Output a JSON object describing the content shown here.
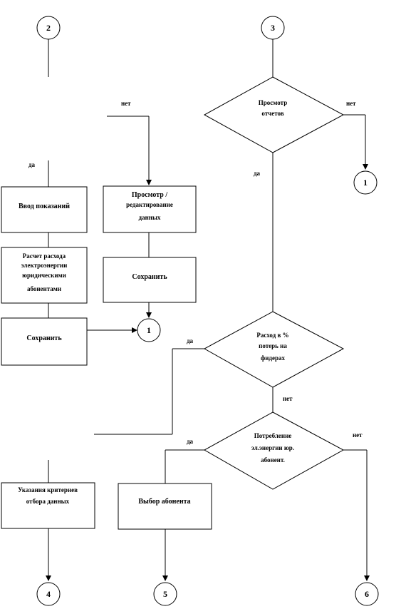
{
  "connectors": {
    "c2_top": "2",
    "c3_top": "3",
    "c1_right": "1",
    "c1_mid": "1",
    "c4_bottom": "4",
    "c5_bottom": "5",
    "c6_bottom": "6"
  },
  "boxes": {
    "input_readings": "Ввод показаний",
    "view_edit_line1": "Просмотр /",
    "view_edit_line2": "редактирование",
    "view_edit_line3": "данных",
    "calc_line1": "Расчет расхода",
    "calc_line2": "электроэнергии",
    "calc_line3": "юридическими",
    "calc_line4": "абонентами",
    "save_left": "Сохранить",
    "save_mid": "Сохранить",
    "criteria_line1": "Указания критериев",
    "criteria_line2": "отбора данных",
    "choose_subscriber": "Выбор абонента"
  },
  "decisions": {
    "view_reports_line1": "Просмотр",
    "view_reports_line2": "отчетов",
    "loss_line1": "Расход в %",
    "loss_line2": "потерь на",
    "loss_line3": "фидерах",
    "consumption_line1": "Потребление",
    "consumption_line2": "эл.энергии юр.",
    "consumption_line3": "абонент."
  },
  "labels": {
    "yes_left": "да",
    "no_mid": "нет",
    "no_reports": "нет",
    "yes_reports": "да",
    "yes_loss": "да",
    "no_loss": "нет",
    "yes_consumption": "да",
    "no_consumption": "нет"
  }
}
